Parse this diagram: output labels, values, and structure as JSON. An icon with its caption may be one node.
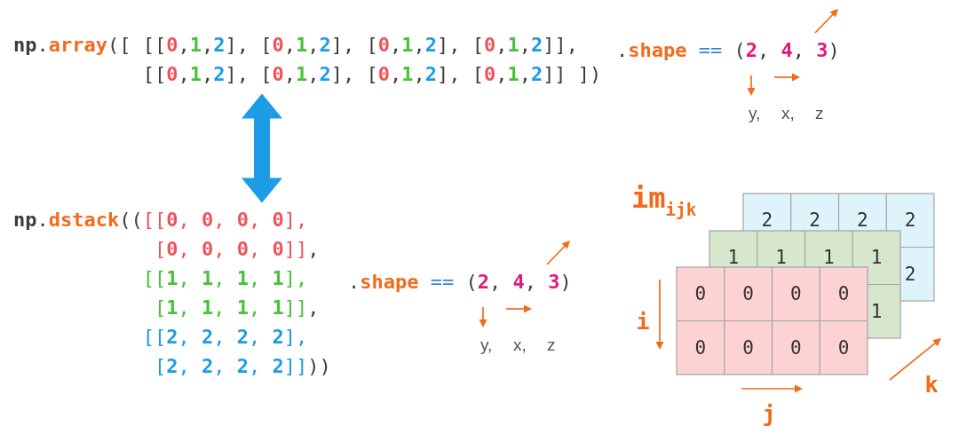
{
  "diagram": {
    "nodes": [
      {
        "text": [
          "np.array([ [[0,1,2], [0,1,2], [0,1,2], [0,1,2]], [[0,1,2], [0,1,2], [0,1,2], [0,1,2]] ])"
        ]
      },
      {
        "text": [
          "np.dstack(([[0, 0, 0, 0], [0, 0, 0, 0]], [[1, 1, 1, 1], [1, 1, 1, 1]], [[2, 2, 2, 2], [2, 2, 2, 2]]))"
        ]
      }
    ],
    "edges": [
      {
        "from": 0,
        "to": 1,
        "arrow": "both"
      }
    ],
    "labels": [
      ".shape == (2, 4, 3)",
      "y,",
      "x,",
      "z",
      ".shape == (2, 4, 3)",
      "y,",
      "x,",
      "z",
      "im$_{ijk}$",
      "2",
      "2",
      "2",
      "2",
      "2",
      "1",
      "1",
      "1",
      "1",
      "1",
      "0",
      "0",
      "0",
      "0",
      "0",
      "0",
      "0",
      "0",
      "i",
      "j",
      "k"
    ]
  }
}
